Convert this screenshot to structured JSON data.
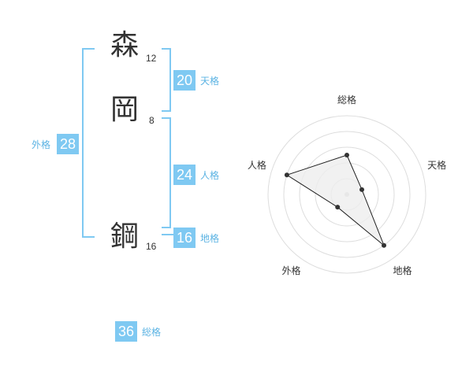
{
  "name": {
    "chars": [
      {
        "char": "森",
        "strokes": "12"
      },
      {
        "char": "岡",
        "strokes": "8"
      },
      {
        "char": "鋼",
        "strokes": "16"
      }
    ]
  },
  "kaku": {
    "tenkaku": {
      "value": "20",
      "label": "天格"
    },
    "jinkaku": {
      "value": "24",
      "label": "人格"
    },
    "chikaku": {
      "value": "16",
      "label": "地格"
    },
    "gaikaku": {
      "value": "28",
      "label": "外格"
    },
    "soukaku": {
      "value": "36",
      "label": "総格"
    }
  },
  "chart_data": {
    "type": "radar",
    "axes": [
      "総格",
      "天格",
      "地格",
      "外格",
      "人格"
    ],
    "values": [
      2.5,
      1.0,
      4.0,
      1.0,
      4.0
    ],
    "rmax": 5,
    "rings": 5
  },
  "colors": {
    "accent": "#7fc9f2",
    "label": "#5bb3e3",
    "polygon_fill": "#eeeeee",
    "polygon_stroke": "#222222",
    "grid": "#dddddd"
  }
}
